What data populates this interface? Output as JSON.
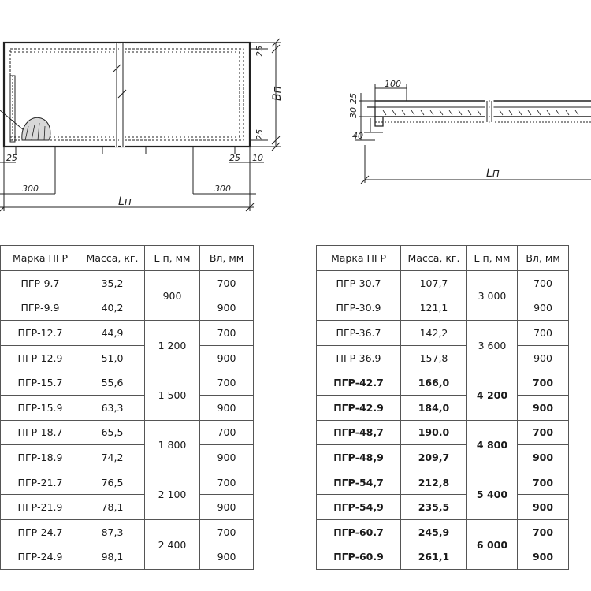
{
  "drawing": {
    "plan": {
      "dim_25_top": "25",
      "dim_25_bottom": "25",
      "dim_bn": "Вп",
      "dim_25_left": "25",
      "dim_25_right": "25",
      "dim_10": "10",
      "dim_300_left": "300",
      "dim_300_right": "300",
      "dim_ln": "Lп"
    },
    "section": {
      "dim_100": "100",
      "dim_25": "25",
      "dim_30": "30",
      "dim_40": "40",
      "dim_ln": "Lп"
    }
  },
  "table_left": {
    "headers": [
      "Марка ПГР",
      "Масса, кг.",
      "L п, мм",
      "Вл, мм"
    ],
    "groups": [
      {
        "length": "900",
        "rows": [
          [
            "ПГР-9.7",
            "35,2",
            "700"
          ],
          [
            "ПГР-9.9",
            "40,2",
            "900"
          ]
        ]
      },
      {
        "length": "1 200",
        "rows": [
          [
            "ПГР-12.7",
            "44,9",
            "700"
          ],
          [
            "ПГР-12.9",
            "51,0",
            "900"
          ]
        ]
      },
      {
        "length": "1 500",
        "rows": [
          [
            "ПГР-15.7",
            "55,6",
            "700"
          ],
          [
            "ПГР-15.9",
            "63,3",
            "900"
          ]
        ]
      },
      {
        "length": "1 800",
        "rows": [
          [
            "ПГР-18.7",
            "65,5",
            "700"
          ],
          [
            "ПГР-18.9",
            "74,2",
            "900"
          ]
        ]
      },
      {
        "length": "2 100",
        "rows": [
          [
            "ПГР-21.7",
            "76,5",
            "700"
          ],
          [
            "ПГР-21.9",
            "78,1",
            "900"
          ]
        ]
      },
      {
        "length": "2 400",
        "rows": [
          [
            "ПГР-24.7",
            "87,3",
            "700"
          ],
          [
            "ПГР-24.9",
            "98,1",
            "900"
          ]
        ]
      }
    ]
  },
  "table_right": {
    "headers": [
      "Марка ПГР",
      "Масса, кг.",
      "L п, мм",
      "Вл, мм"
    ],
    "groups": [
      {
        "length": "3 000",
        "rows": [
          [
            "ПГР-30.7",
            "107,7",
            "700"
          ],
          [
            "ПГР-30.9",
            "121,1",
            "900"
          ]
        ]
      },
      {
        "length": "3 600",
        "rows": [
          [
            "ПГР-36.7",
            "142,2",
            "700"
          ],
          [
            "ПГР-36.9",
            "157,8",
            "900"
          ]
        ]
      },
      {
        "length": "4 200",
        "rows": [
          [
            "ПГР-42.7",
            "166,0",
            "700"
          ],
          [
            "ПГР-42.9",
            "184,0",
            "900"
          ]
        ]
      },
      {
        "length": "4 800",
        "rows": [
          [
            "ПГР-48,7",
            "190.0",
            "700"
          ],
          [
            "ПГР-48,9",
            "209,7",
            "900"
          ]
        ]
      },
      {
        "length": "5 400",
        "rows": [
          [
            "ПГР-54,7",
            "212,8",
            "700"
          ],
          [
            "ПГР-54,9",
            "235,5",
            "900"
          ]
        ]
      },
      {
        "length": "6 000",
        "rows": [
          [
            "ПГР-60.7",
            "245,9",
            "700"
          ],
          [
            "ПГР-60.9",
            "261,1",
            "900"
          ]
        ]
      }
    ]
  }
}
